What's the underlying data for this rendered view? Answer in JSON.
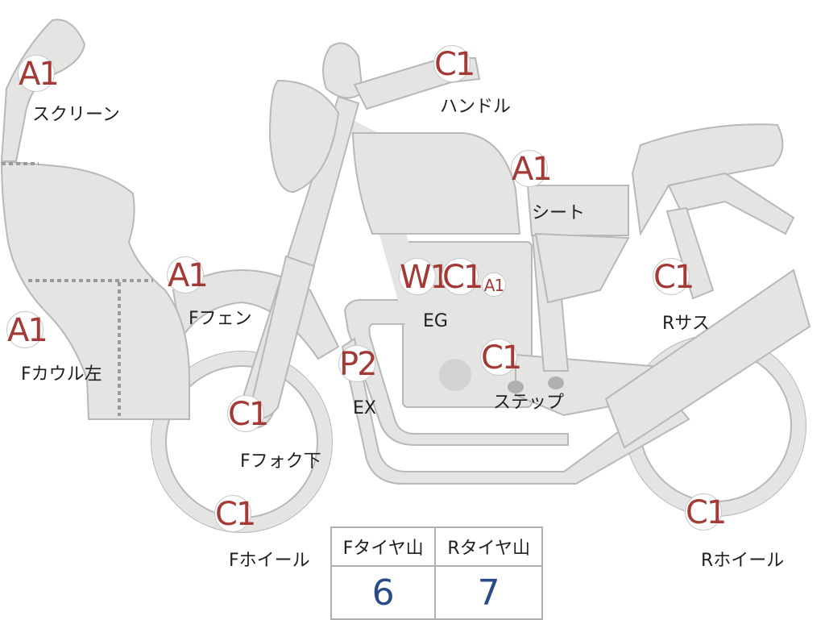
{
  "badges": [
    {
      "id": "screen",
      "code": "A1",
      "label": "スクリーン"
    },
    {
      "id": "handle",
      "code": "C1",
      "label": "ハンドル"
    },
    {
      "id": "seat",
      "code": "A1",
      "label": "シート"
    },
    {
      "id": "ffender",
      "code": "A1",
      "label": "Fフェン"
    },
    {
      "id": "fcowl",
      "code": "A1",
      "label": "Fカウル左"
    },
    {
      "id": "eg-w1",
      "code": "W1",
      "label": "EG"
    },
    {
      "id": "eg-c1",
      "code": "C1",
      "label": ""
    },
    {
      "id": "eg-a1",
      "code": "A1",
      "label": ""
    },
    {
      "id": "rsus",
      "code": "C1",
      "label": "Rサス"
    },
    {
      "id": "step",
      "code": "C1",
      "label": "ステップ"
    },
    {
      "id": "ex",
      "code": "P2",
      "label": "EX"
    },
    {
      "id": "ffork",
      "code": "C1",
      "label": "Fフォク下"
    },
    {
      "id": "fwheel",
      "code": "C1",
      "label": "Fホイール"
    },
    {
      "id": "rwheel",
      "code": "C1",
      "label": "Rホイール"
    }
  ],
  "tire_table": {
    "headers": [
      "Fタイヤ山",
      "Rタイヤ山"
    ],
    "values": [
      "6",
      "7"
    ]
  },
  "colors": {
    "part_fill": "#e4e4e2",
    "part_stroke": "#b8b8b6",
    "code_text": "#a33a36",
    "value_text": "#2a4a8a"
  }
}
